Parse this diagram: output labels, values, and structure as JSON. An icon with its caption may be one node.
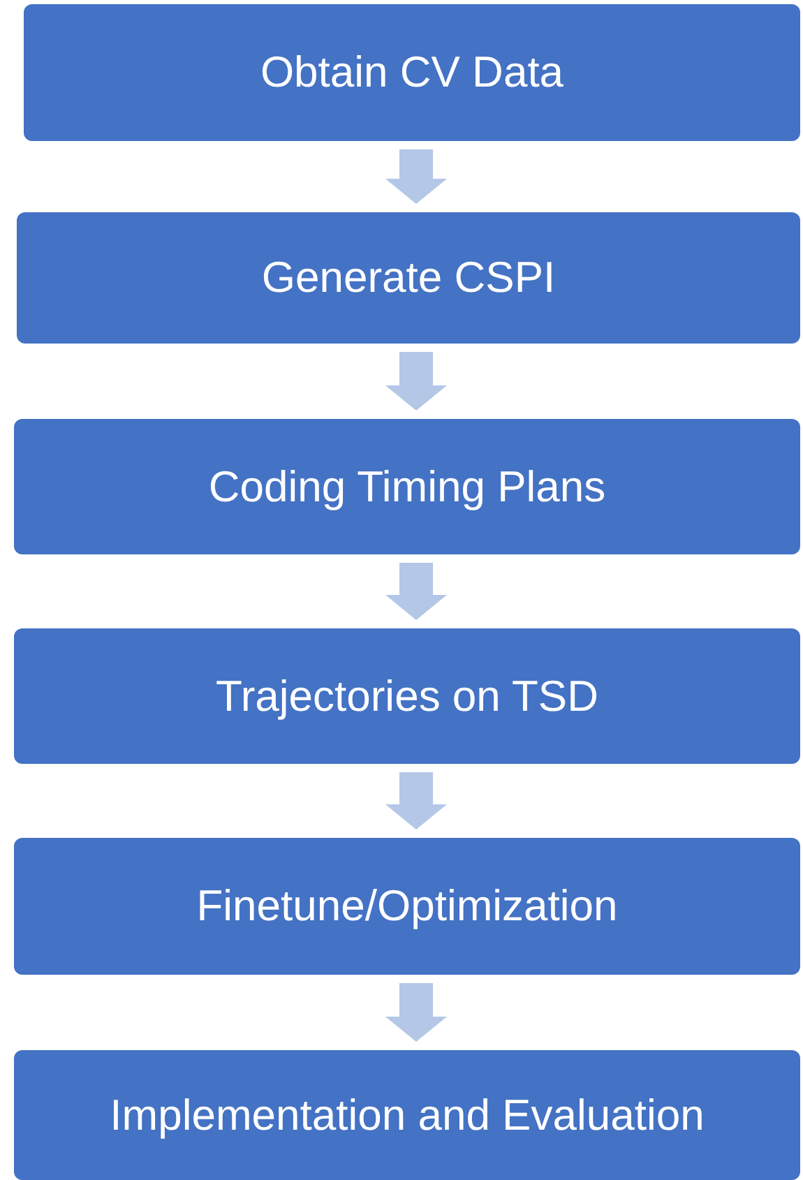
{
  "diagram": {
    "nodes": [
      {
        "text": [
          "Obtain CV Data"
        ]
      },
      {
        "text": [
          "Generate CSPI"
        ]
      },
      {
        "text": [
          "Coding Timing Plans"
        ]
      },
      {
        "text": [
          "Trajectories on TSD"
        ]
      },
      {
        "text": [
          "Finetune/Optimization"
        ]
      },
      {
        "text": [
          "Implementation and Evaluation"
        ]
      }
    ],
    "edges": [
      {
        "from": 0,
        "to": 1,
        "arrow": "to"
      },
      {
        "from": 1,
        "to": 2,
        "arrow": "to"
      },
      {
        "from": 2,
        "to": 3,
        "arrow": "to"
      },
      {
        "from": 3,
        "to": 4,
        "arrow": "to"
      },
      {
        "from": 4,
        "to": 5,
        "arrow": "to"
      }
    ]
  }
}
